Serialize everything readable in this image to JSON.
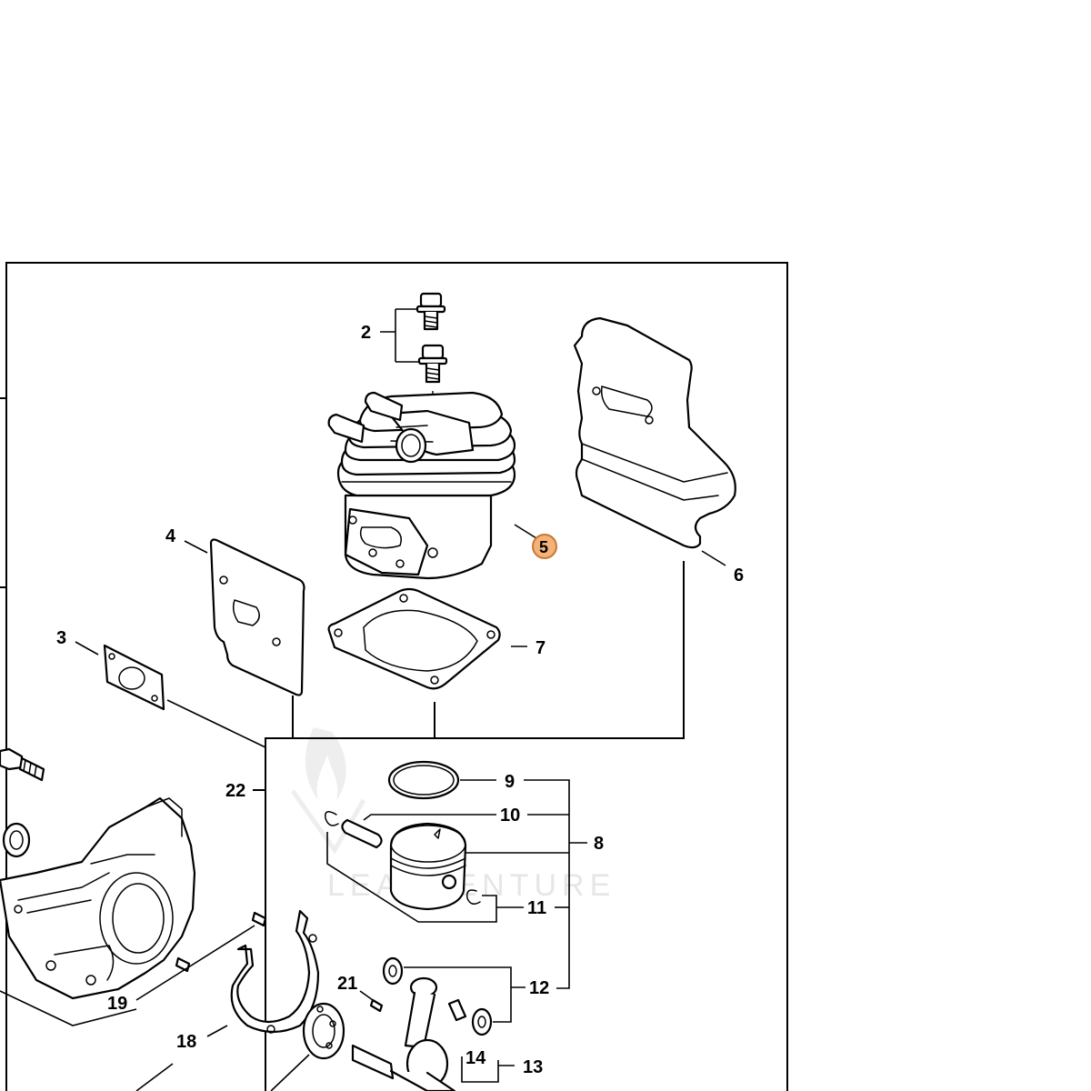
{
  "callouts": [
    {
      "id": "2",
      "label": "2"
    },
    {
      "id": "3",
      "label": "3"
    },
    {
      "id": "4",
      "label": "4"
    },
    {
      "id": "5",
      "label": "5",
      "highlighted": true
    },
    {
      "id": "6",
      "label": "6"
    },
    {
      "id": "7",
      "label": "7"
    },
    {
      "id": "8",
      "label": "8"
    },
    {
      "id": "9",
      "label": "9"
    },
    {
      "id": "10",
      "label": "10"
    },
    {
      "id": "11",
      "label": "11"
    },
    {
      "id": "12",
      "label": "12"
    },
    {
      "id": "13",
      "label": "13"
    },
    {
      "id": "14",
      "label": "14"
    },
    {
      "id": "18",
      "label": "18"
    },
    {
      "id": "19",
      "label": "19"
    },
    {
      "id": "21",
      "label": "21"
    },
    {
      "id": "22",
      "label": "22"
    }
  ],
  "watermark": "LEADVENTURE",
  "colors": {
    "highlight_fill": "#f2b27a",
    "highlight_stroke": "#c8782e",
    "line": "#000000",
    "watermark": "#e6e6e6"
  }
}
